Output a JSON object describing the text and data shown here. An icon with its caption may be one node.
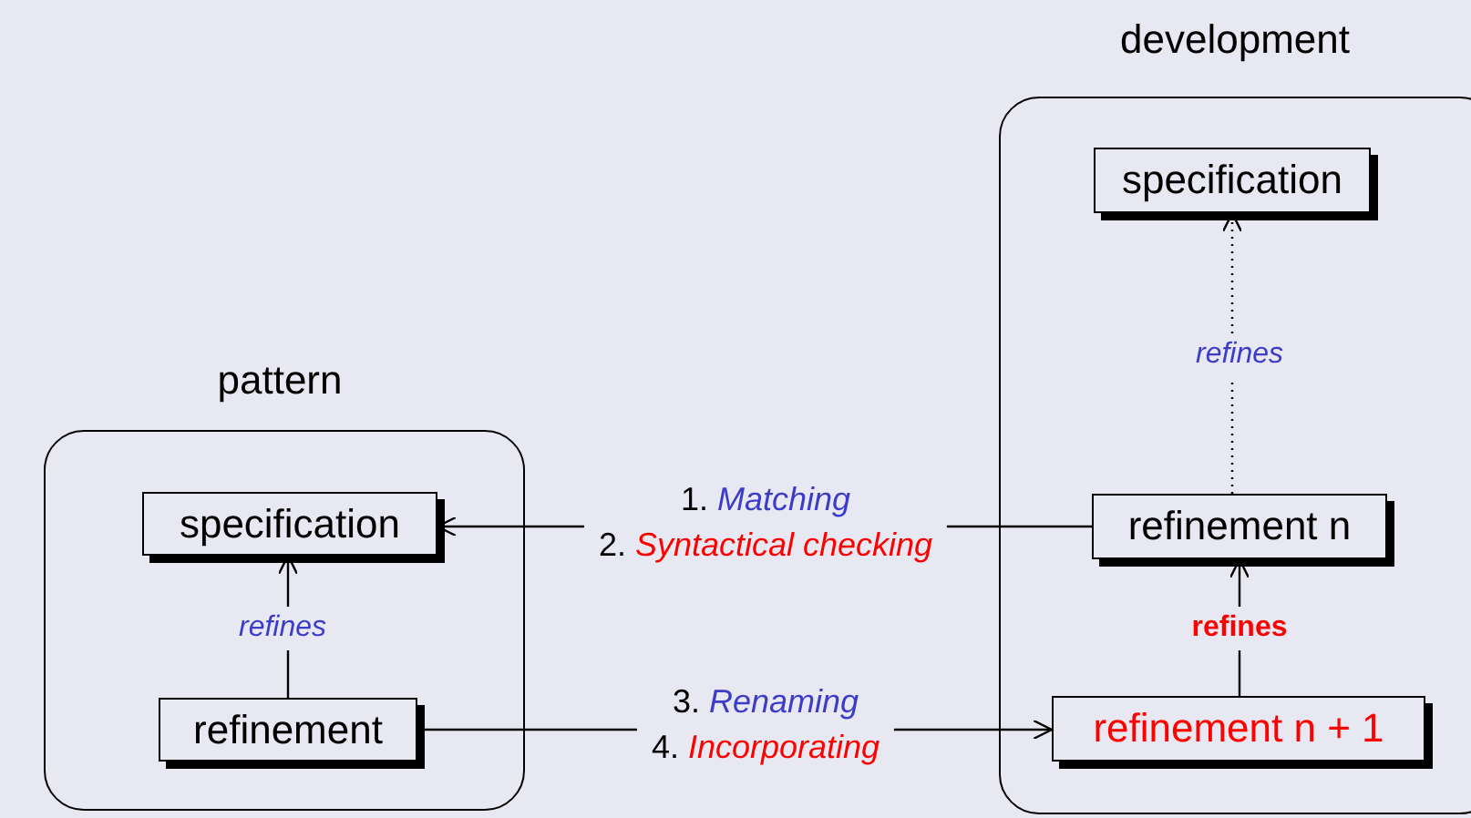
{
  "diagram": {
    "nodes": [
      {
        "text": [
          "pattern"
        ]
      },
      {
        "text": [
          "specification"
        ],
        "in": 0
      },
      {
        "text": [
          "refinement"
        ],
        "in": 0
      },
      {
        "text": [
          "development"
        ]
      },
      {
        "text": [
          "specification"
        ],
        "in": 3
      },
      {
        "text": [
          "refinement n"
        ],
        "in": 3
      },
      {
        "text": [
          "refinement n + 1"
        ],
        "in": 3
      }
    ],
    "edges": [
      {
        "from": 2,
        "to": 1,
        "arrow": "to",
        "label": "refines"
      },
      {
        "from": 5,
        "to": 4,
        "arrow": "to",
        "label": "refines",
        "style": "dashed"
      },
      {
        "from": 6,
        "to": 5,
        "arrow": "to",
        "label": "refines"
      },
      {
        "from": 5,
        "to": 1,
        "arrow": "to",
        "label": "1. *Matching* 2. *Syntactical checking*"
      },
      {
        "from": 2,
        "to": 6,
        "arrow": "to",
        "label": "3. *Renaming* 4. *Incorporating*"
      }
    ]
  }
}
